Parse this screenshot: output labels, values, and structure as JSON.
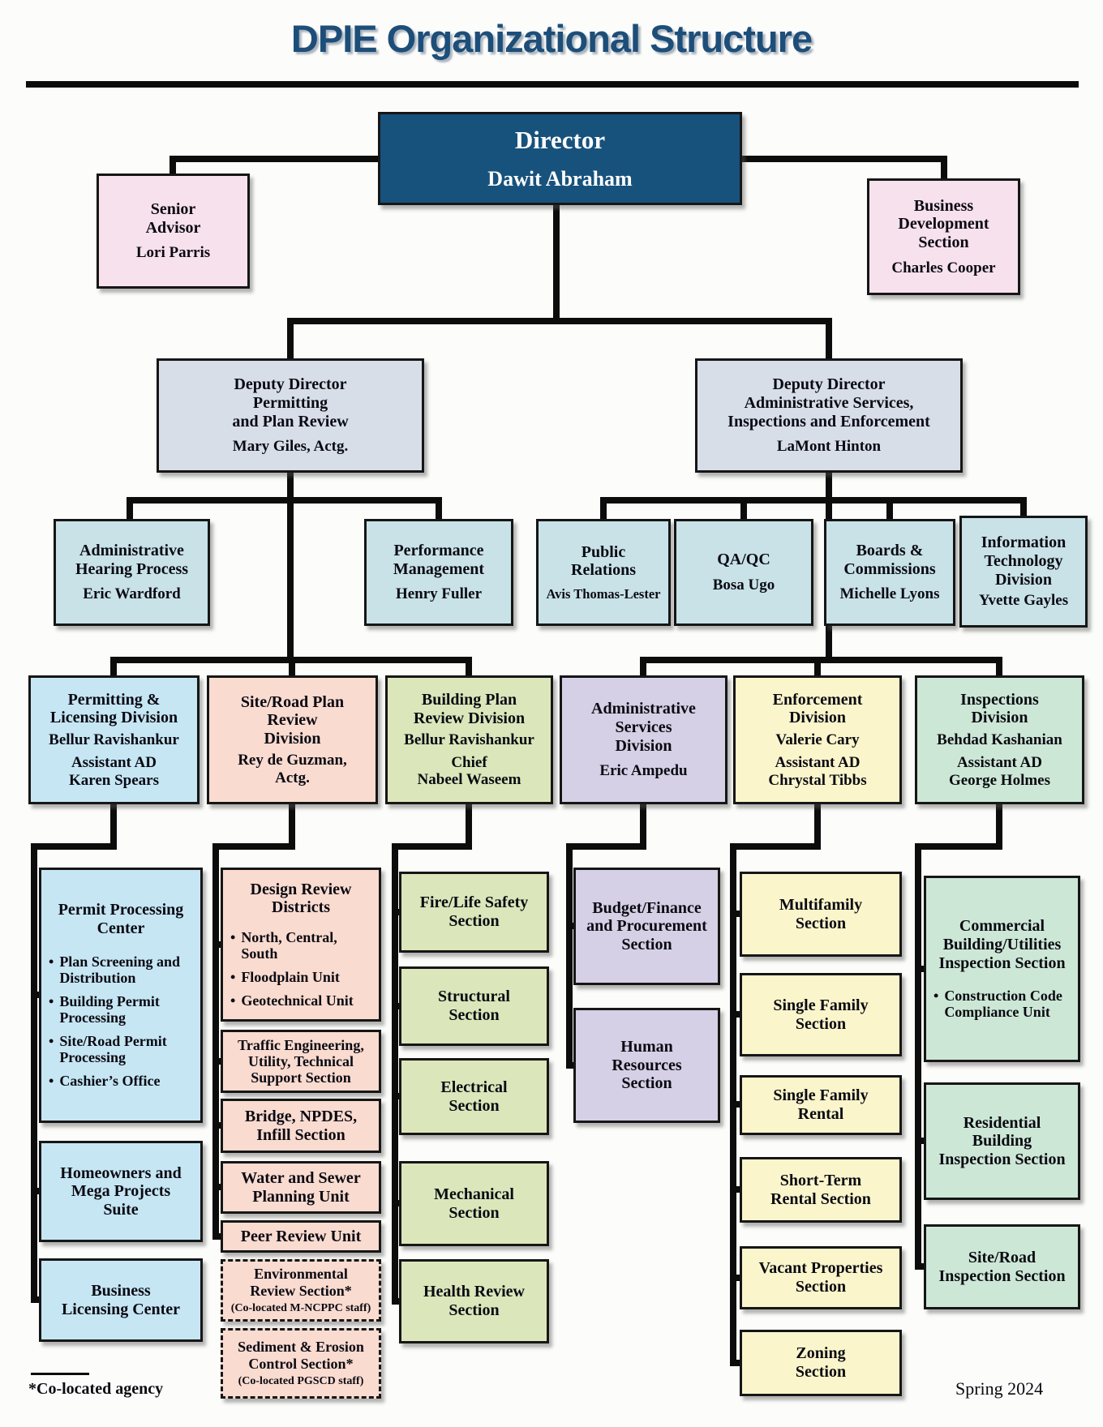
{
  "page": {
    "title": "DPIE Organizational Structure",
    "footnote_mark": "*Co-located agency",
    "date_label": "Spring 2024",
    "colors": {
      "navy": "#17527c",
      "pink": "#f7e1ed",
      "steel": "#d8dee8",
      "cyan": "#c8e2e8",
      "blue": "#c6e6f4",
      "peach": "#fadbd0",
      "olive": "#dbe6ba",
      "lavender": "#d5d0e5",
      "yellow": "#fbf5cb",
      "mint": "#cde7d6",
      "title_blue": "#1d4e79",
      "line_black": "#0c0c0c"
    }
  },
  "boxes": {
    "director": {
      "t": [
        "Director"
      ],
      "n": [
        "Dawit Abraham"
      ]
    },
    "senior_advisor": {
      "t": [
        "Senior",
        "Advisor"
      ],
      "n": [
        "Lori Parris"
      ]
    },
    "business_development": {
      "t": [
        "Business",
        "Development",
        "Section"
      ],
      "n": [
        "Charles Cooper"
      ]
    },
    "deputy_permitting": {
      "t": [
        "Deputy Director",
        "Permitting",
        "and Plan Review"
      ],
      "n": [
        "Mary Giles, Actg."
      ]
    },
    "deputy_admin": {
      "t": [
        "Deputy Director",
        "Administrative Services,",
        "Inspections and Enforcement"
      ],
      "n": [
        "LaMont Hinton"
      ]
    },
    "admin_hearing": {
      "t": [
        "Administrative",
        "Hearing Process"
      ],
      "n": [
        "Eric Wardford"
      ]
    },
    "performance_mgmt": {
      "t": [
        "Performance",
        "Management"
      ],
      "n": [
        "Henry Fuller"
      ]
    },
    "public_relations": {
      "t": [
        "Public",
        "Relations"
      ],
      "n": [
        "Avis Thomas-Lester"
      ]
    },
    "qa_qc": {
      "t": [
        "QA/QC"
      ],
      "n": [
        "Bosa Ugo"
      ]
    },
    "boards_commissions": {
      "t": [
        "Boards &",
        "Commissions"
      ],
      "n": [
        "Michelle Lyons"
      ]
    },
    "it_division": {
      "t": [
        "Information",
        "Technology",
        "Division"
      ],
      "n": [
        "Yvette Gayles"
      ]
    },
    "permitting_licensing": {
      "t": [
        "Permitting &",
        "Licensing Division"
      ],
      "n": [
        "Bellur Ravishankur"
      ],
      "n2": [
        "Assistant AD",
        "Karen Spears"
      ]
    },
    "site_road_plan": {
      "t": [
        "Site/Road Plan",
        "Review",
        "Division"
      ],
      "n": [
        "Rey de Guzman,",
        "Actg."
      ]
    },
    "building_plan_review": {
      "t": [
        "Building Plan",
        "Review Division"
      ],
      "n": [
        "Bellur Ravishankur"
      ],
      "n2": [
        "Chief",
        "Nabeel Waseem"
      ]
    },
    "admin_services": {
      "t": [
        "Administrative",
        "Services",
        "Division"
      ],
      "n": [
        "Eric Ampedu"
      ]
    },
    "enforcement": {
      "t": [
        "Enforcement",
        "Division"
      ],
      "n": [
        "Valerie Cary"
      ],
      "n2": [
        "Assistant AD",
        "Chrystal Tibbs"
      ]
    },
    "inspections": {
      "t": [
        "Inspections",
        "Division"
      ],
      "n": [
        "Behdad Kashanian"
      ],
      "n2": [
        "Assistant AD",
        "George Holmes"
      ]
    },
    "permit_processing_center": {
      "t": [
        "Permit Processing",
        "Center"
      ],
      "b": [
        "Plan Screening and Distribution",
        "Building Permit Processing",
        "Site/Road Permit Processing",
        "Cashier’s Office"
      ]
    },
    "homeowners": {
      "t": [
        "Homeowners and",
        "Mega Projects",
        "Suite"
      ]
    },
    "business_licensing": {
      "t": [
        "Business",
        "Licensing Center"
      ]
    },
    "design_review": {
      "t": [
        "Design Review",
        "Districts"
      ],
      "b": [
        "North, Central, South",
        "Floodplain Unit",
        "Geotechnical Unit"
      ]
    },
    "traffic_engineering": {
      "t": [
        "Traffic Engineering,",
        "Utility, Technical",
        "Support Section"
      ]
    },
    "bridge_npdes": {
      "t": [
        "Bridge, NPDES,",
        "Infill Section"
      ]
    },
    "water_sewer": {
      "t": [
        "Water and Sewer",
        "Planning Unit"
      ]
    },
    "peer_review": {
      "t": [
        "Peer Review Unit"
      ]
    },
    "environmental_review": {
      "t": [
        "Environmental",
        "Review Section*"
      ],
      "note": "(Co-located M-NCPPC staff)"
    },
    "sediment_erosion": {
      "t": [
        "Sediment & Erosion",
        "Control Section*"
      ],
      "note": "(Co-located PGSCD staff)"
    },
    "fire_life_safety": {
      "t": [
        "Fire/Life Safety",
        "Section"
      ]
    },
    "structural": {
      "t": [
        "Structural",
        "Section"
      ]
    },
    "electrical": {
      "t": [
        "Electrical",
        "Section"
      ]
    },
    "mechanical": {
      "t": [
        "Mechanical",
        "Section"
      ]
    },
    "health_review": {
      "t": [
        "Health Review",
        "Section"
      ]
    },
    "budget_finance": {
      "t": [
        "Budget/Finance",
        "and Procurement",
        "Section"
      ]
    },
    "human_resources": {
      "t": [
        "Human",
        "Resources",
        "Section"
      ]
    },
    "multifamily": {
      "t": [
        "Multifamily",
        "Section"
      ]
    },
    "single_family": {
      "t": [
        "Single Family",
        "Section"
      ]
    },
    "single_family_rental": {
      "t": [
        "Single Family",
        "Rental"
      ]
    },
    "short_term_rental": {
      "t": [
        "Short-Term",
        "Rental Section"
      ]
    },
    "vacant_properties": {
      "t": [
        "Vacant Properties",
        "Section"
      ]
    },
    "zoning": {
      "t": [
        "Zoning",
        "Section"
      ]
    },
    "commercial_building": {
      "t": [
        "Commercial",
        "Building/Utilities",
        "Inspection Section"
      ],
      "b": [
        "Construction Code Compliance Unit"
      ]
    },
    "residential_building": {
      "t": [
        "Residential",
        "Building",
        "Inspection Section"
      ]
    },
    "site_road_inspection": {
      "t": [
        "Site/Road",
        "Inspection Section"
      ]
    }
  }
}
